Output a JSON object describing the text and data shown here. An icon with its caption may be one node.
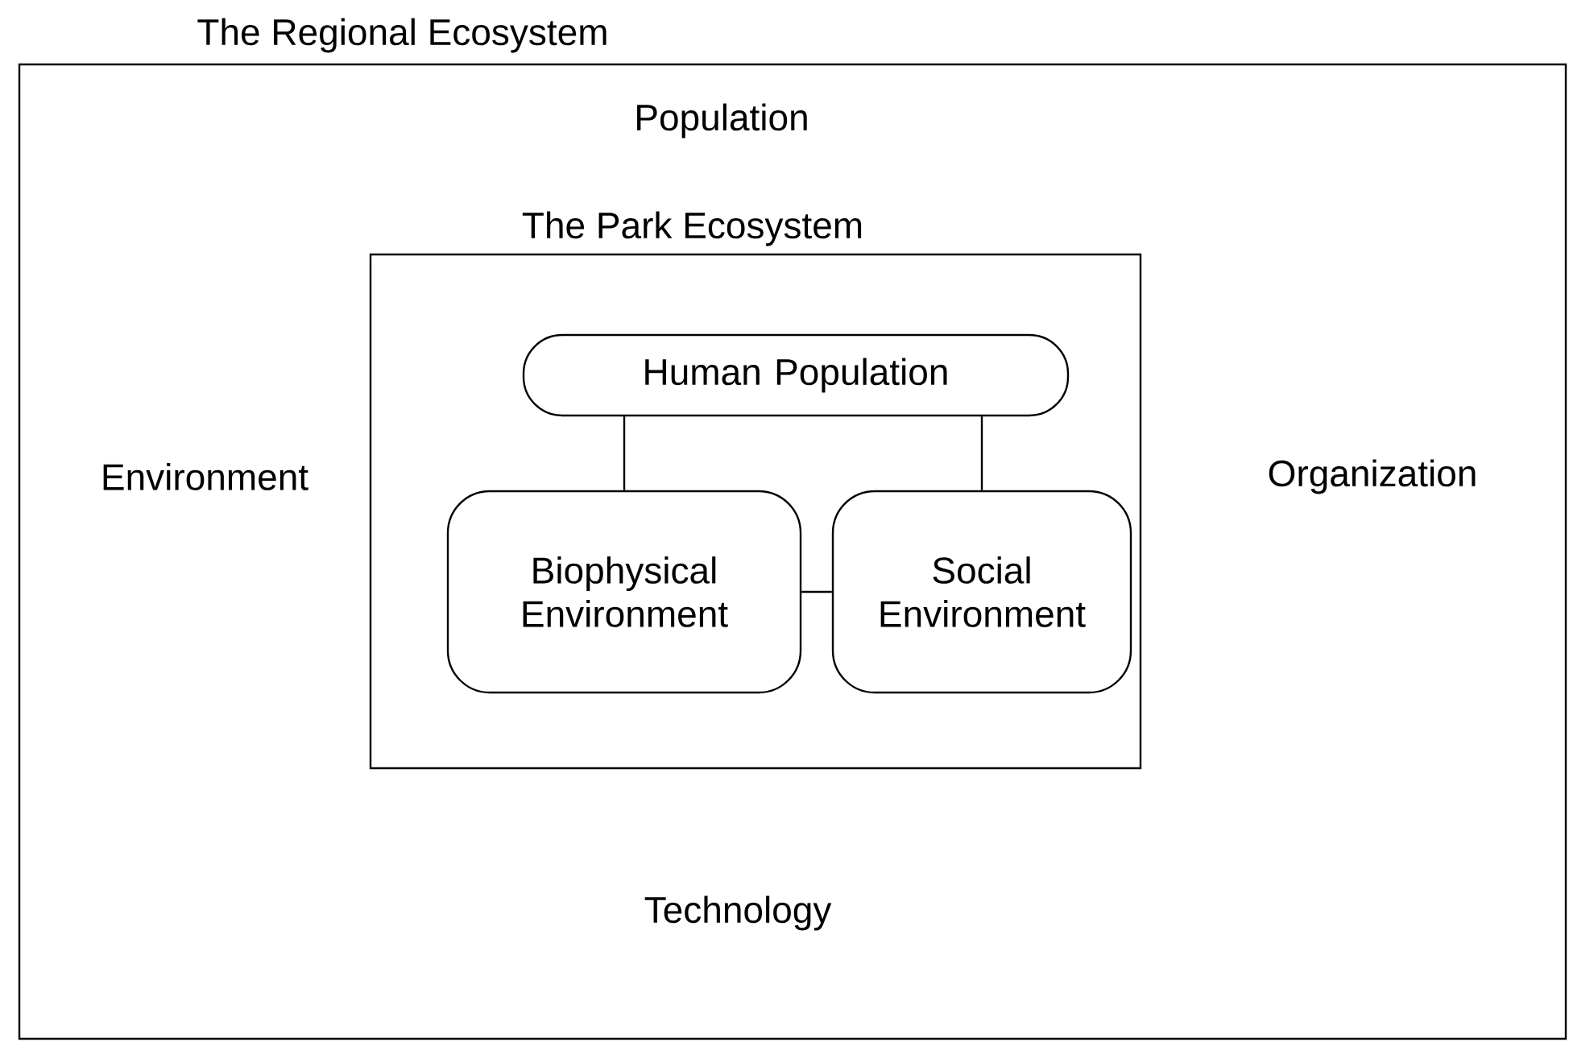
{
  "diagram": {
    "nodes": [
      {
        "text": [
          "The Regional Ecosystem"
        ]
      },
      {
        "text": [
          "The Park Ecosystem"
        ],
        "in": 0
      },
      {
        "text": [
          "Human Population"
        ],
        "in": 1
      },
      {
        "text": [
          "Biophysical Environment"
        ],
        "in": 1
      },
      {
        "text": [
          "Social Environment"
        ],
        "in": 1
      }
    ],
    "edges": [
      {
        "from": 2,
        "to": 3,
        "arrow": "none"
      },
      {
        "from": 2,
        "to": 4,
        "arrow": "none"
      },
      {
        "from": 3,
        "to": 4,
        "arrow": "none"
      }
    ],
    "labels": [
      "Population",
      "Environment",
      "Organization",
      "Technology"
    ]
  }
}
